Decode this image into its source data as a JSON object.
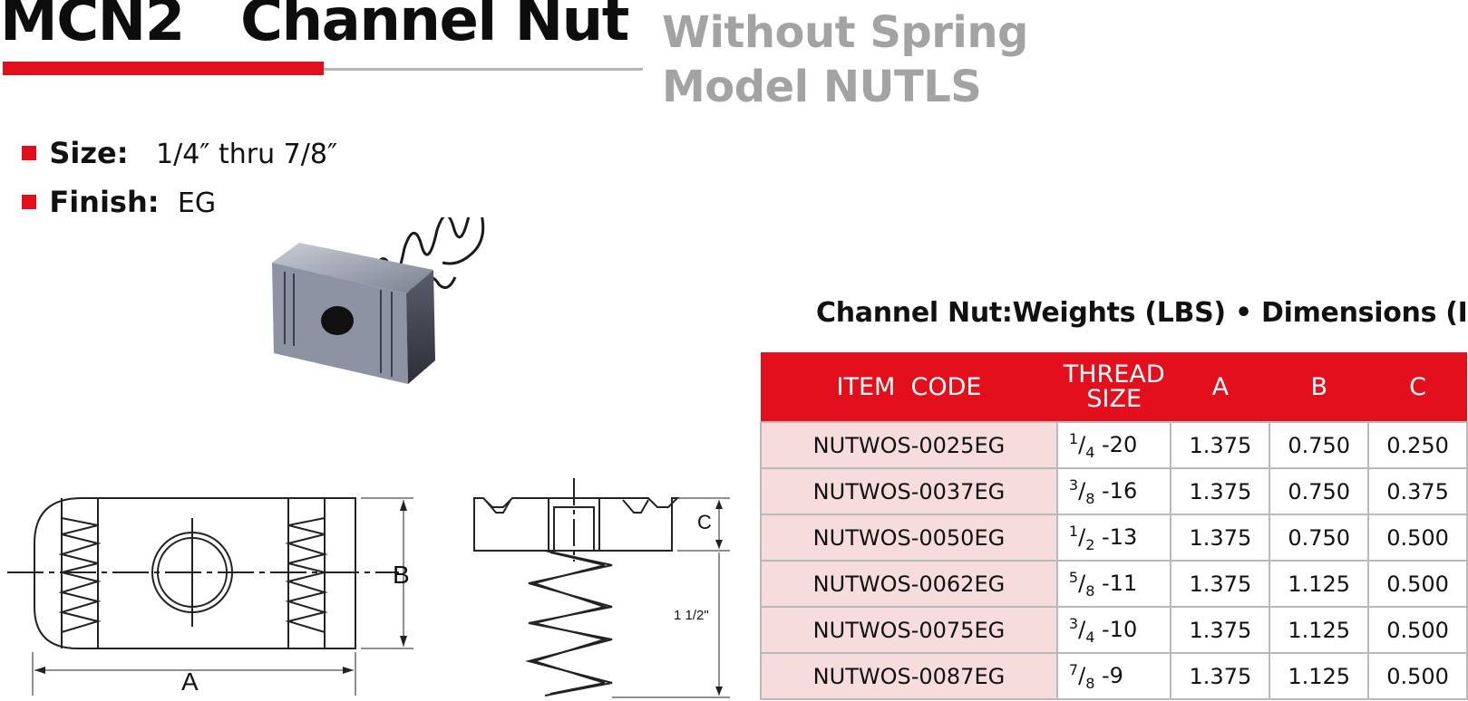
{
  "header": {
    "title": "MCN2   Channel Nut",
    "subtitle_line1": "Without Spring",
    "subtitle_line2": "Model NUTLS"
  },
  "specs": {
    "size_label": "Size:",
    "size_value": "1/4″ thru 7/8″",
    "finish_label": "Finish:",
    "finish_value": "EG"
  },
  "table": {
    "caption": "Channel Nut:Weights (LBS) • Dimensions (IN)",
    "headers": {
      "item_code": "ITEM  CODE",
      "thread_line1": "THREAD",
      "thread_line2": "SIZE",
      "a": "A",
      "b": "B",
      "c": "C"
    },
    "rows": [
      {
        "code": "NUTWOS-0025EG",
        "num": "1",
        "den": "4",
        "tpi": "-20",
        "a": "1.375",
        "b": "0.750",
        "c": "0.250"
      },
      {
        "code": "NUTWOS-0037EG",
        "num": "3",
        "den": "8",
        "tpi": "-16",
        "a": "1.375",
        "b": "0.750",
        "c": "0.375"
      },
      {
        "code": "NUTWOS-0050EG",
        "num": "1",
        "den": "2",
        "tpi": "-13",
        "a": "1.375",
        "b": "0.750",
        "c": "0.500"
      },
      {
        "code": "NUTWOS-0062EG",
        "num": "5",
        "den": "8",
        "tpi": "-11",
        "a": "1.375",
        "b": "1.125",
        "c": "0.500"
      },
      {
        "code": "NUTWOS-0075EG",
        "num": "3",
        "den": "4",
        "tpi": "-10",
        "a": "1.375",
        "b": "1.125",
        "c": "0.500"
      },
      {
        "code": "NUTWOS-0087EG",
        "num": "7",
        "den": "8",
        "tpi": "-9",
        "a": "1.375",
        "b": "1.125",
        "c": "0.500"
      }
    ]
  },
  "drawing": {
    "label_a": "A",
    "label_b": "B",
    "label_c": "C",
    "spring_length": "1  1/2\""
  },
  "colors": {
    "accent_red": "#e30f1c",
    "row_pink": "#f7dcdd",
    "subtitle_grey": "#a3a3a3"
  }
}
